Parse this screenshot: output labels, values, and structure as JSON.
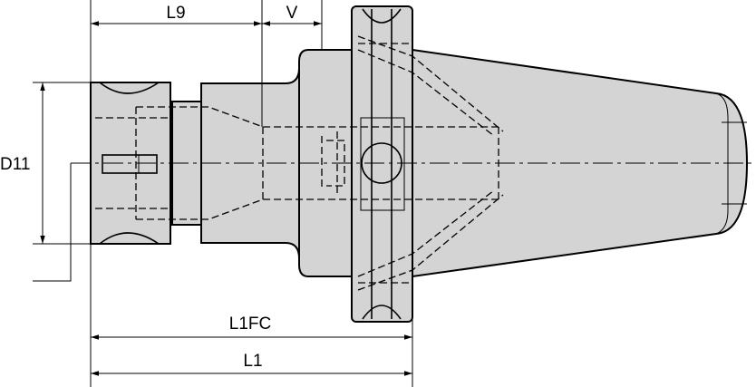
{
  "drawing": {
    "dimensions": {
      "l9": "L9",
      "v": "V",
      "d11": "D11",
      "l1fc": "L1FC",
      "l1": "L1"
    }
  }
}
